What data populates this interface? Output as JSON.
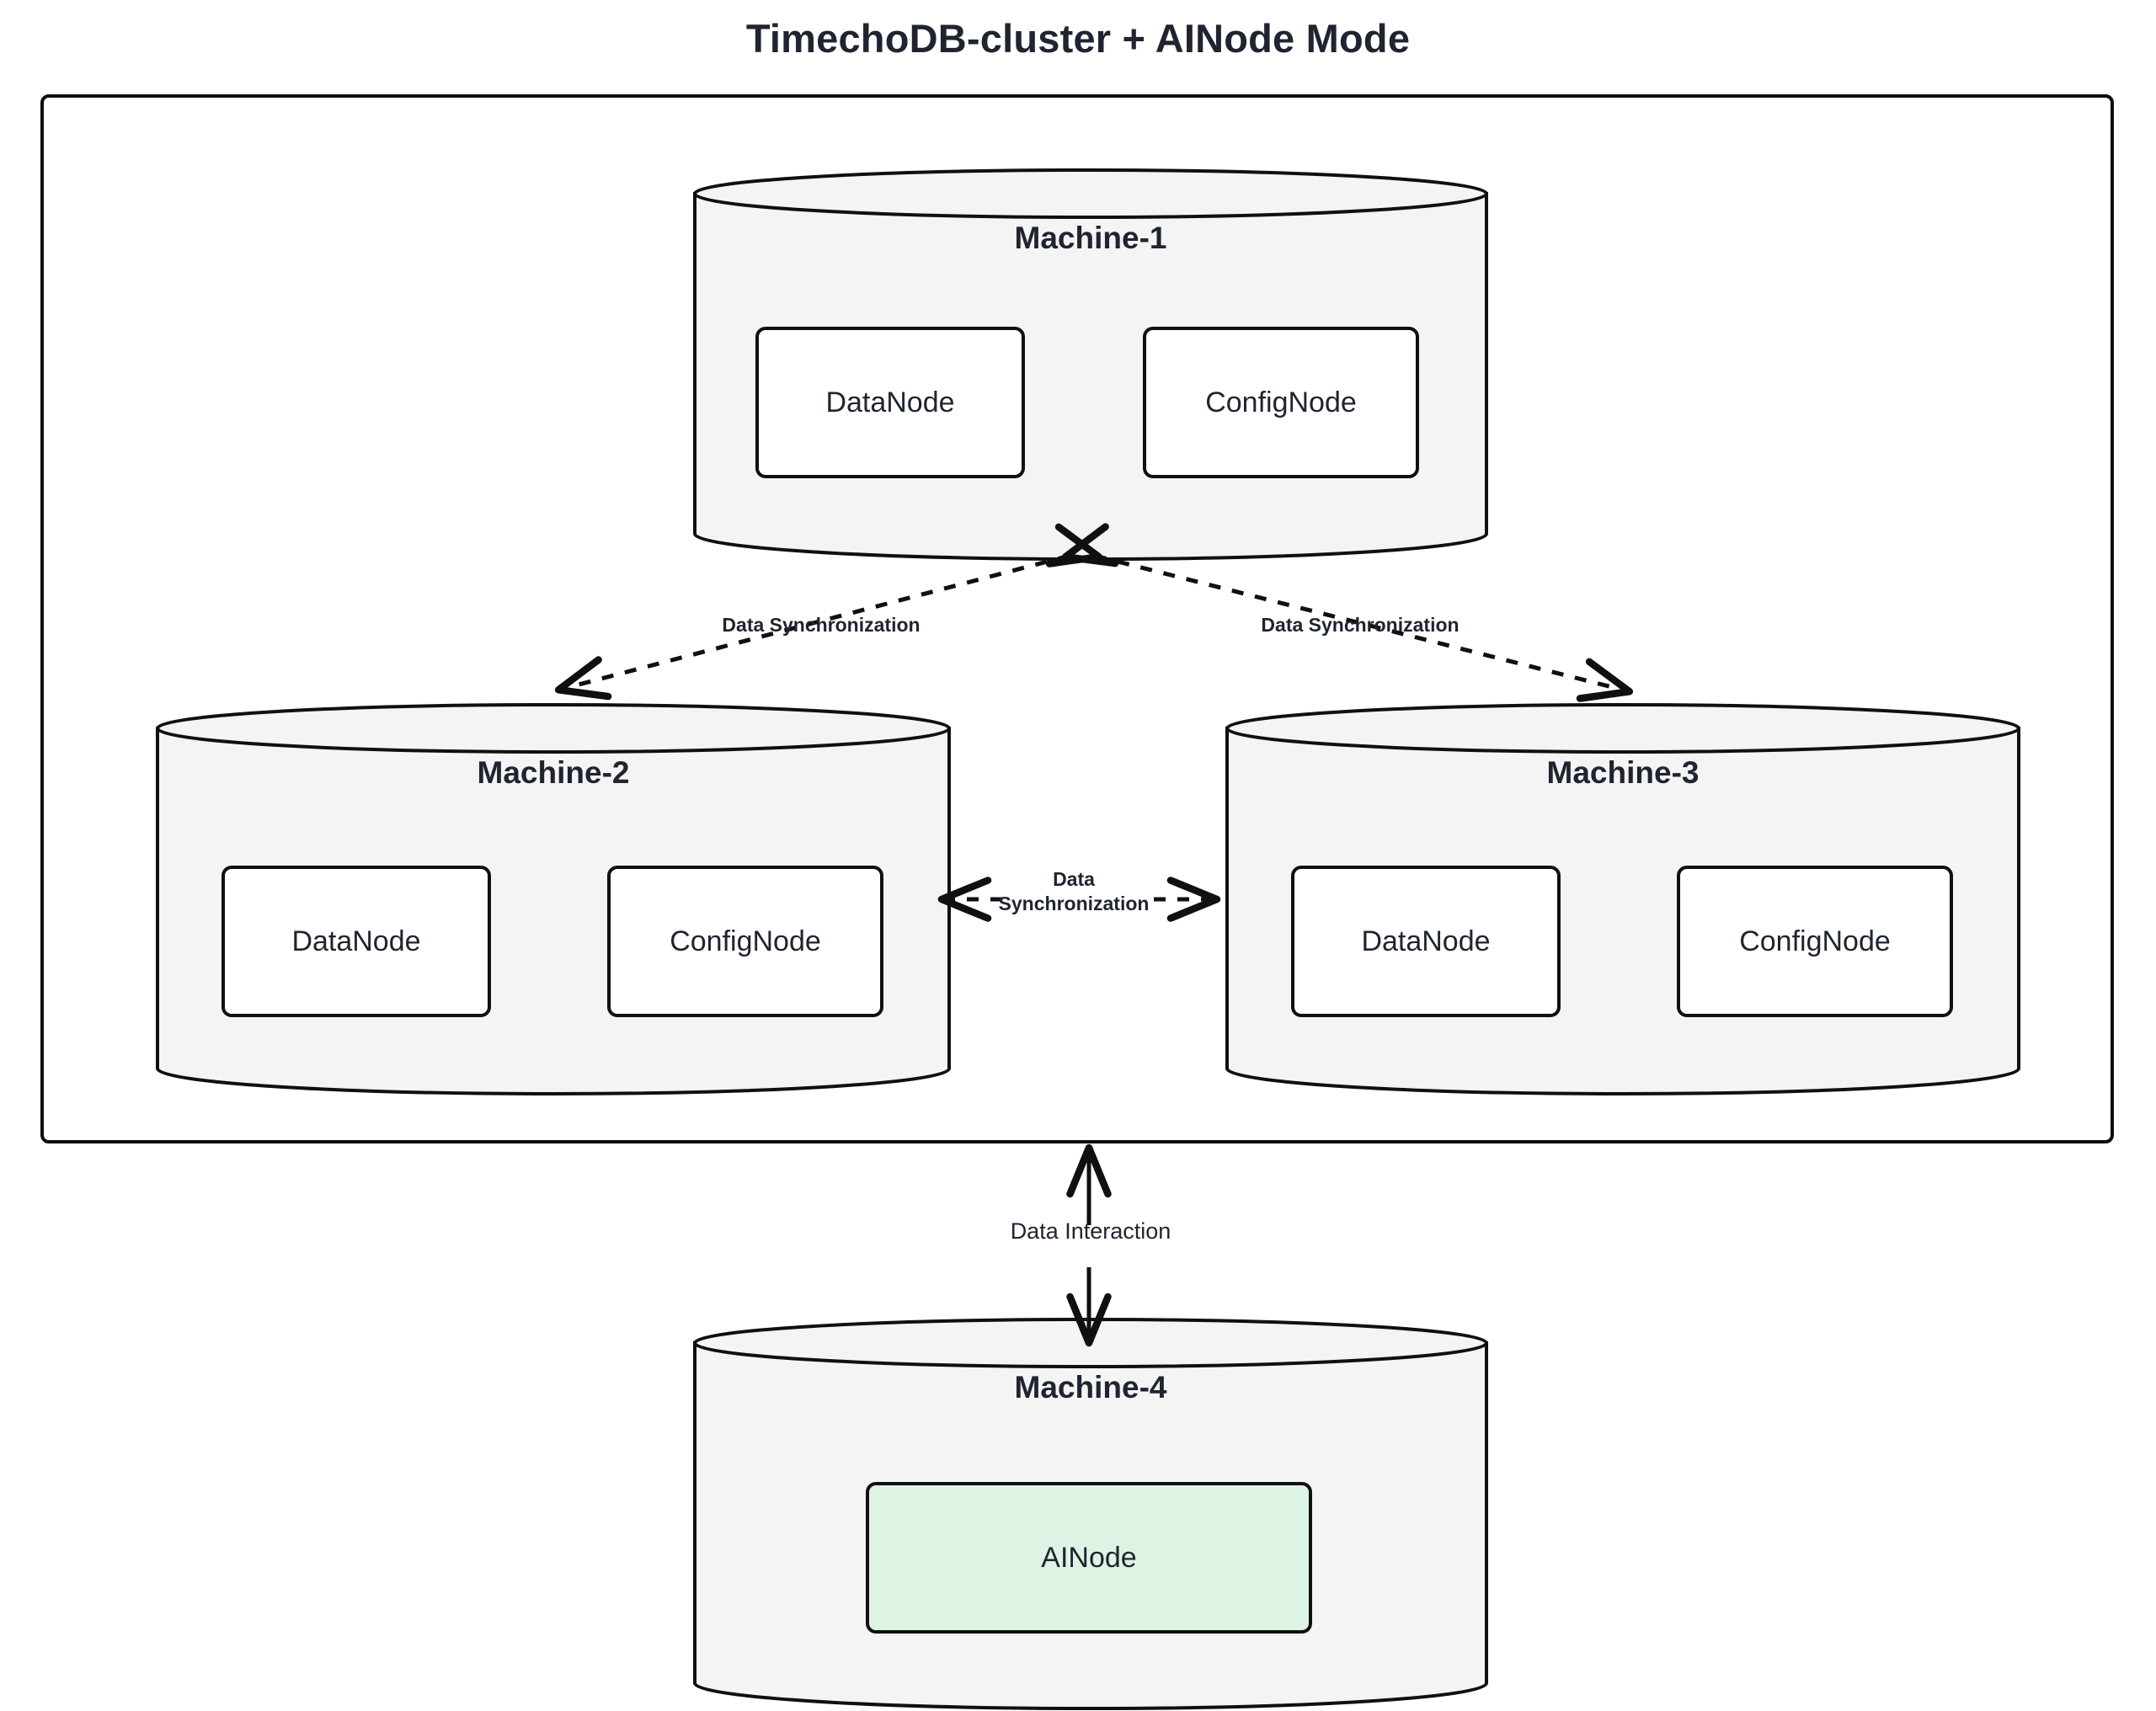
{
  "title": "TimechoDB-cluster + AINode Mode",
  "cluster": {
    "machines": [
      {
        "id": "machine-1",
        "label": "Machine-1",
        "nodes": [
          {
            "id": "datanode",
            "label": "DataNode",
            "accent": "#ffffff"
          },
          {
            "id": "confignode",
            "label": "ConfigNode",
            "accent": "#ffffff"
          }
        ]
      },
      {
        "id": "machine-2",
        "label": "Machine-2",
        "nodes": [
          {
            "id": "datanode",
            "label": "DataNode",
            "accent": "#ffffff"
          },
          {
            "id": "confignode",
            "label": "ConfigNode",
            "accent": "#ffffff"
          }
        ]
      },
      {
        "id": "machine-3",
        "label": "Machine-3",
        "nodes": [
          {
            "id": "datanode",
            "label": "DataNode",
            "accent": "#ffffff"
          },
          {
            "id": "confignode",
            "label": "ConfigNode",
            "accent": "#ffffff"
          }
        ]
      }
    ]
  },
  "ai_machine": {
    "id": "machine-4",
    "label": "Machine-4",
    "nodes": [
      {
        "id": "ainode",
        "label": "AINode",
        "accent": "#ddf4e4"
      }
    ]
  },
  "edges": {
    "sync_left": {
      "label": "Data Synchronization",
      "style": "dashed",
      "direction": "both"
    },
    "sync_right": {
      "label": "Data Synchronization",
      "style": "dashed",
      "direction": "both"
    },
    "sync_middle_line1": "Data",
    "sync_middle_line2": "Synchronization",
    "sync_middle": {
      "label": "Data Synchronization",
      "style": "dashed",
      "direction": "both"
    },
    "interaction": {
      "label": "Data Interaction",
      "style": "solid",
      "direction": "both"
    }
  },
  "colors": {
    "cylinder_fill": "#f4f4f4",
    "cylinder_stroke": "#101010",
    "node_fill": "#ffffff",
    "ainode_fill": "#ddf4e4",
    "text": "#1f2430",
    "container_stroke": "#0d0d0d"
  }
}
